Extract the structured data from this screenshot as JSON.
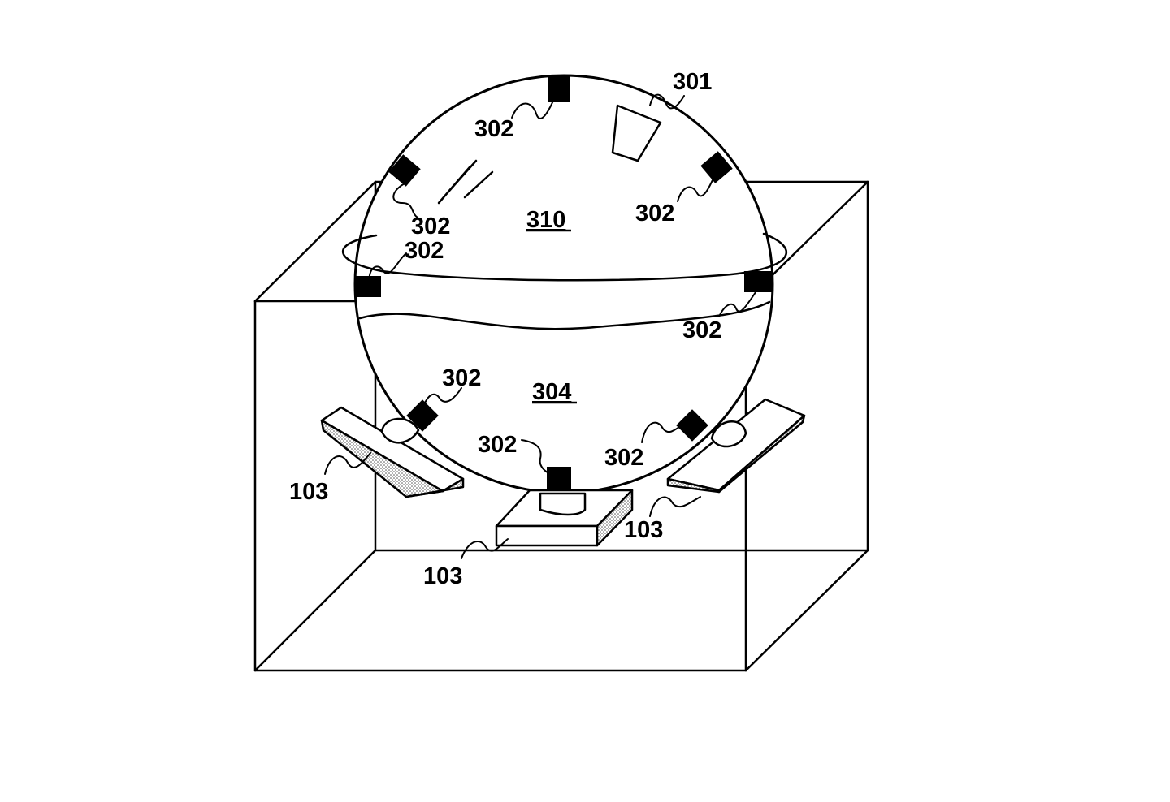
{
  "figure": {
    "labels": {
      "sphere_upper": "310",
      "sphere_lower": "304",
      "camera": "301",
      "sensor": "302",
      "actuator": "103"
    }
  },
  "colors": {
    "ink": "#000000",
    "paper": "#ffffff"
  }
}
